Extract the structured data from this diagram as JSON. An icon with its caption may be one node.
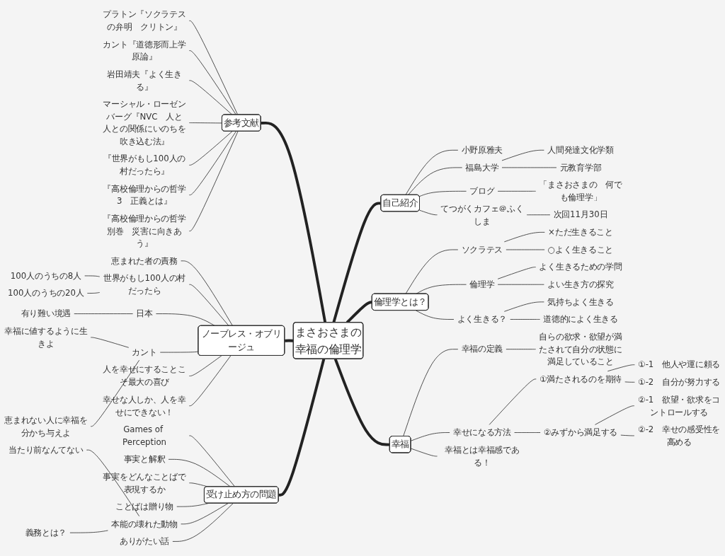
{
  "diagram": {
    "nodes": [
      {
        "text": [
          "まさおさまの",
          "幸福の倫理学"
        ]
      },
      {
        "text": [
          "自己紹介"
        ]
      },
      {
        "text": [
          "小野原雅夫"
        ]
      },
      {
        "text": [
          "福島大学"
        ]
      },
      {
        "text": [
          "人間発達文化学類"
        ]
      },
      {
        "text": [
          "元教育学部"
        ]
      },
      {
        "text": [
          "ブログ"
        ]
      },
      {
        "text": [
          "「まさおさまの　何でも倫理学」"
        ]
      },
      {
        "text": [
          "てつがくカフェ＠ふくしま"
        ]
      },
      {
        "text": [
          "次回11月30日"
        ]
      },
      {
        "text": [
          "倫理学とは？"
        ]
      },
      {
        "text": [
          "ソクラテス"
        ]
      },
      {
        "text": [
          "×ただ生きること"
        ]
      },
      {
        "text": [
          "○よく生きること"
        ]
      },
      {
        "text": [
          "倫理学"
        ]
      },
      {
        "text": [
          "よく生きるための学問"
        ]
      },
      {
        "text": [
          "よい生き方の探究"
        ]
      },
      {
        "text": [
          "よく生きる？"
        ]
      },
      {
        "text": [
          "気持ちよく生きる"
        ]
      },
      {
        "text": [
          "道徳的によく生きる"
        ]
      },
      {
        "text": [
          "幸福"
        ]
      },
      {
        "text": [
          "幸福の定義"
        ]
      },
      {
        "text": [
          "自らの欲求・欲望が満たされて自分の状態に満足していること"
        ]
      },
      {
        "text": [
          "幸せになる方法"
        ]
      },
      {
        "text": [
          "①満たされるのを期待"
        ]
      },
      {
        "text": [
          "①-1　他人や運に頼る"
        ]
      },
      {
        "text": [
          "①-2　自分が努力する"
        ]
      },
      {
        "text": [
          "②みずから満足する"
        ]
      },
      {
        "text": [
          "②-1　欲望・欲求をコントロールする"
        ]
      },
      {
        "text": [
          "②-2　幸せの感受性を高める"
        ]
      },
      {
        "text": [
          "幸福とは幸福感である！"
        ]
      },
      {
        "text": [
          "参考文献"
        ]
      },
      {
        "text": [
          "プラトン『ソクラテスの弁明　クリトン』"
        ]
      },
      {
        "text": [
          "カント『道徳形而上学原論』"
        ]
      },
      {
        "text": [
          "岩田靖夫『よく生きる』"
        ]
      },
      {
        "text": [
          "マーシャル・ローゼンバーグ『NVC　人と人との関係にいのちを吹き込む法』"
        ]
      },
      {
        "text": [
          "『世界がもし100人の村だったら』"
        ]
      },
      {
        "text": [
          "『高校倫理からの哲学3　正義とは』"
        ]
      },
      {
        "text": [
          "『高校倫理からの哲学別巻　災害に向きあう』"
        ]
      },
      {
        "text": [
          "ノーブレス・オブリージュ"
        ]
      },
      {
        "text": [
          "恵まれた者の責務"
        ]
      },
      {
        "text": [
          "世界がもし100人の村だったら"
        ]
      },
      {
        "text": [
          "100人のうちの8人"
        ]
      },
      {
        "text": [
          "100人のうちの20人"
        ]
      },
      {
        "text": [
          "日本"
        ]
      },
      {
        "text": [
          "有り難い境遇"
        ]
      },
      {
        "text": [
          "カント"
        ]
      },
      {
        "text": [
          "幸福に値するように生きよ"
        ]
      },
      {
        "text": [
          "恵まれない人に幸福を分かち与えよ"
        ]
      },
      {
        "text": [
          "人を幸せにすることこそ最大の喜び"
        ]
      },
      {
        "text": [
          "幸せな人しか、人を幸せにできない！"
        ]
      },
      {
        "text": [
          "受け止め方の問題"
        ]
      },
      {
        "text": [
          "Games of Perception"
        ]
      },
      {
        "text": [
          "事実と解釈"
        ]
      },
      {
        "text": [
          "事実をどんなことばで表現するか"
        ]
      },
      {
        "text": [
          "ことばは贈り物"
        ]
      },
      {
        "text": [
          "本能の壊れた動物"
        ]
      },
      {
        "text": [
          "当たり前なんてない"
        ]
      },
      {
        "text": [
          "義務とは？"
        ]
      },
      {
        "text": [
          "ありがたい話"
        ]
      }
    ],
    "edges": [
      {
        "from": 0,
        "to": 1,
        "arrow": "none",
        "style": "thick"
      },
      {
        "from": 1,
        "to": 2,
        "arrow": "none"
      },
      {
        "from": 1,
        "to": 3,
        "arrow": "none"
      },
      {
        "from": 3,
        "to": 4,
        "arrow": "none"
      },
      {
        "from": 3,
        "to": 5,
        "arrow": "none"
      },
      {
        "from": 1,
        "to": 6,
        "arrow": "none"
      },
      {
        "from": 6,
        "to": 7,
        "arrow": "none"
      },
      {
        "from": 1,
        "to": 8,
        "arrow": "none"
      },
      {
        "from": 8,
        "to": 9,
        "arrow": "none"
      },
      {
        "from": 0,
        "to": 10,
        "arrow": "none",
        "style": "thick"
      },
      {
        "from": 10,
        "to": 11,
        "arrow": "none"
      },
      {
        "from": 11,
        "to": 12,
        "arrow": "none"
      },
      {
        "from": 11,
        "to": 13,
        "arrow": "none"
      },
      {
        "from": 10,
        "to": 14,
        "arrow": "none"
      },
      {
        "from": 14,
        "to": 15,
        "arrow": "none"
      },
      {
        "from": 14,
        "to": 16,
        "arrow": "none"
      },
      {
        "from": 10,
        "to": 17,
        "arrow": "none"
      },
      {
        "from": 17,
        "to": 18,
        "arrow": "none"
      },
      {
        "from": 17,
        "to": 19,
        "arrow": "none"
      },
      {
        "from": 0,
        "to": 20,
        "arrow": "none",
        "style": "thick"
      },
      {
        "from": 20,
        "to": 21,
        "arrow": "none"
      },
      {
        "from": 21,
        "to": 22,
        "arrow": "none"
      },
      {
        "from": 20,
        "to": 23,
        "arrow": "none"
      },
      {
        "from": 23,
        "to": 24,
        "arrow": "none"
      },
      {
        "from": 24,
        "to": 25,
        "arrow": "none"
      },
      {
        "from": 24,
        "to": 26,
        "arrow": "none"
      },
      {
        "from": 23,
        "to": 27,
        "arrow": "none"
      },
      {
        "from": 27,
        "to": 28,
        "arrow": "none"
      },
      {
        "from": 27,
        "to": 29,
        "arrow": "none"
      },
      {
        "from": 20,
        "to": 30,
        "arrow": "none"
      },
      {
        "from": 31,
        "to": 0,
        "arrow": "none",
        "style": "thick"
      },
      {
        "from": 32,
        "to": 31,
        "arrow": "none"
      },
      {
        "from": 33,
        "to": 31,
        "arrow": "none"
      },
      {
        "from": 34,
        "to": 31,
        "arrow": "none"
      },
      {
        "from": 35,
        "to": 31,
        "arrow": "none"
      },
      {
        "from": 36,
        "to": 31,
        "arrow": "none"
      },
      {
        "from": 37,
        "to": 31,
        "arrow": "none"
      },
      {
        "from": 38,
        "to": 31,
        "arrow": "none"
      },
      {
        "from": 39,
        "to": 0,
        "arrow": "none",
        "style": "thick"
      },
      {
        "from": 40,
        "to": 39,
        "arrow": "none"
      },
      {
        "from": 41,
        "to": 39,
        "arrow": "none"
      },
      {
        "from": 42,
        "to": 41,
        "arrow": "none"
      },
      {
        "from": 43,
        "to": 41,
        "arrow": "none"
      },
      {
        "from": 44,
        "to": 39,
        "arrow": "none"
      },
      {
        "from": 45,
        "to": 44,
        "arrow": "none"
      },
      {
        "from": 46,
        "to": 39,
        "arrow": "none"
      },
      {
        "from": 47,
        "to": 46,
        "arrow": "none"
      },
      {
        "from": 48,
        "to": 46,
        "arrow": "none"
      },
      {
        "from": 49,
        "to": 39,
        "arrow": "none"
      },
      {
        "from": 50,
        "to": 39,
        "arrow": "none"
      },
      {
        "from": 51,
        "to": 0,
        "arrow": "none",
        "style": "thick"
      },
      {
        "from": 52,
        "to": 51,
        "arrow": "none"
      },
      {
        "from": 53,
        "to": 51,
        "arrow": "none"
      },
      {
        "from": 54,
        "to": 51,
        "arrow": "none"
      },
      {
        "from": 55,
        "to": 51,
        "arrow": "none"
      },
      {
        "from": 56,
        "to": 51,
        "arrow": "none"
      },
      {
        "from": 57,
        "to": 56,
        "arrow": "none"
      },
      {
        "from": 58,
        "to": 56,
        "arrow": "none"
      },
      {
        "from": 59,
        "to": 51,
        "arrow": "none"
      }
    ]
  }
}
